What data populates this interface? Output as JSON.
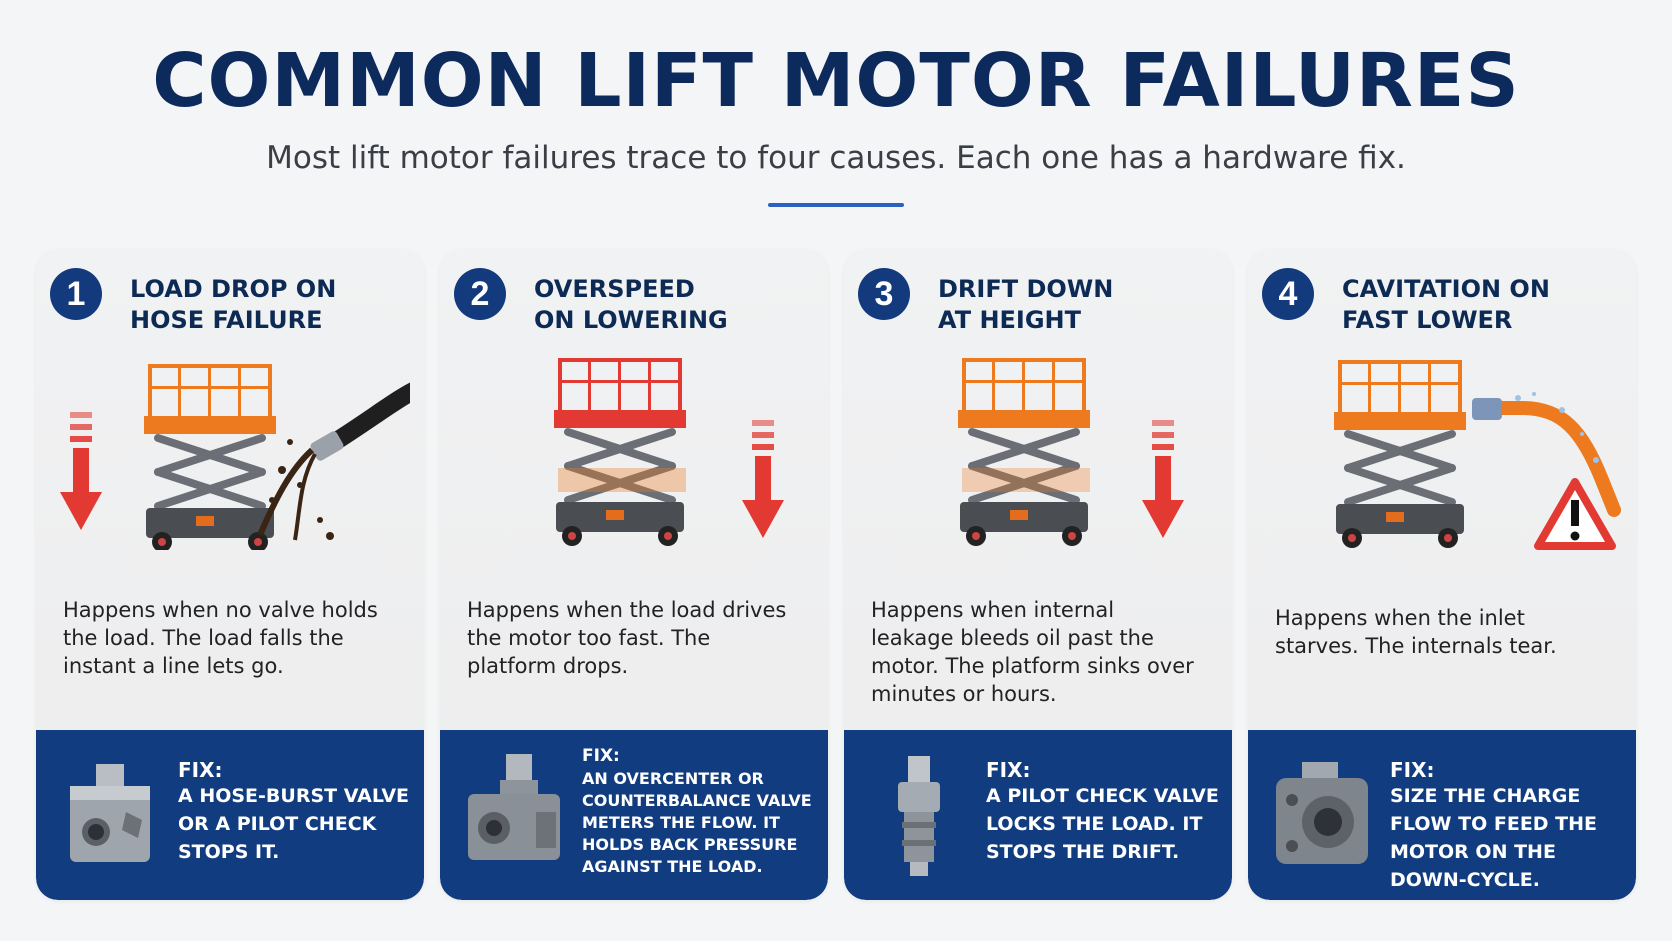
{
  "header": {
    "title": "COMMON LIFT MOTOR FAILURES",
    "subtitle": "Most lift motor failures trace to four causes. Each one has a hardware fix."
  },
  "colors": {
    "navy": "#123c80",
    "accent_blue": "#2b62c2",
    "orange": "#ee7a1f",
    "red": "#e23a32"
  },
  "cards": [
    {
      "number": "1",
      "title_line1": "LOAD DROP ON",
      "title_line2": "HOSE FAILURE",
      "illustration": "scissor-lift-hose-burst",
      "description": "Happens when no valve holds the load. The load falls the instant a line lets go.",
      "fix_label": "FIX:",
      "fix_text": "A HOSE-BURST VALVE OR A PILOT CHECK STOPS IT.",
      "valve_icon": "hose-burst-valve"
    },
    {
      "number": "2",
      "title_line1": "OVERSPEED",
      "title_line2": "ON LOWERING",
      "illustration": "scissor-lift-overspeed",
      "description": "Happens when the load drives the motor too fast. The platform drops.",
      "fix_label": "FIX:",
      "fix_text": "AN OVERCENTER OR COUNTERBALANCE VALVE METERS THE FLOW. IT HOLDS BACK PRESSURE AGAINST THE LOAD.",
      "valve_icon": "counterbalance-valve"
    },
    {
      "number": "3",
      "title_line1": "DRIFT DOWN",
      "title_line2": "AT HEIGHT",
      "illustration": "scissor-lift-drift",
      "description": "Happens when internal leakage bleeds oil past the motor. The platform sinks over minutes or hours.",
      "fix_label": "FIX:",
      "fix_text": "A PILOT CHECK VALVE LOCKS THE LOAD. IT STOPS THE DRIFT.",
      "valve_icon": "pilot-check-valve"
    },
    {
      "number": "4",
      "title_line1": "CAVITATION ON",
      "title_line2": "FAST LOWER",
      "illustration": "scissor-lift-cavitation",
      "description": "Happens when the inlet starves. The internals tear.",
      "fix_label": "FIX:",
      "fix_text": "SIZE THE CHARGE FLOW TO FEED THE MOTOR ON THE DOWN-CYCLE.",
      "valve_icon": "hydraulic-motor-block"
    }
  ]
}
